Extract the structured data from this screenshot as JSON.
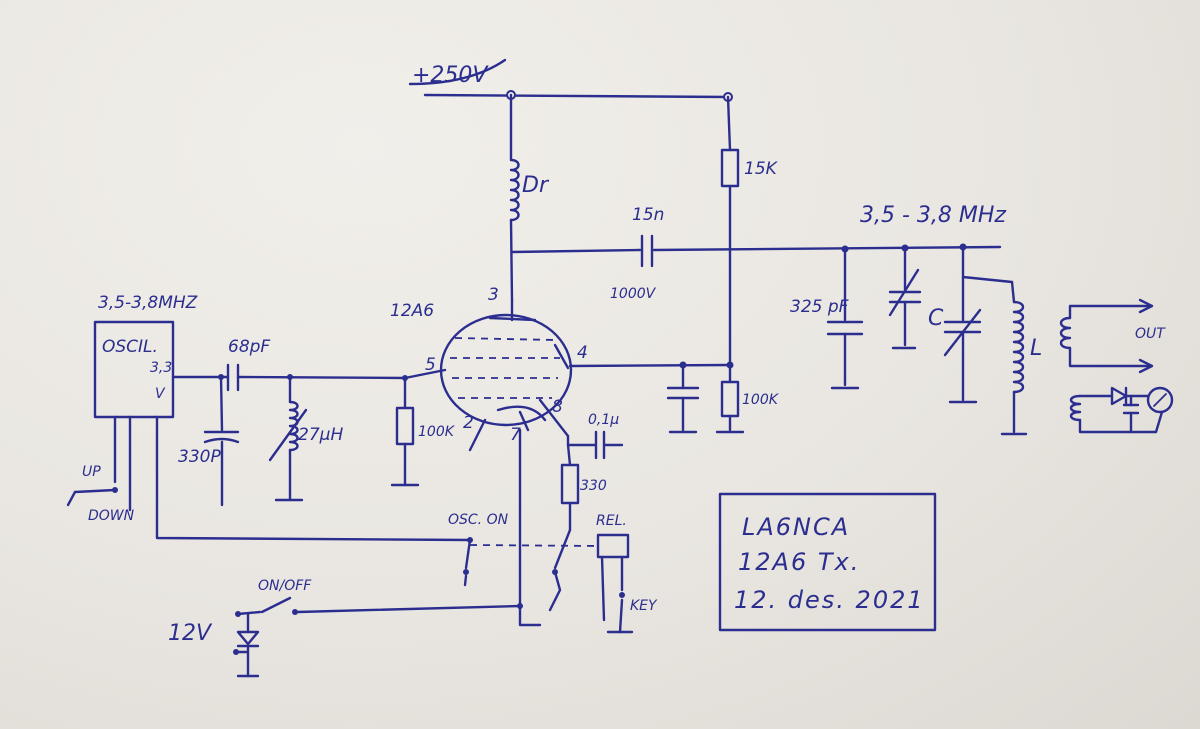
{
  "labels": {
    "supply": "+250V",
    "choke": "Dr",
    "r15k": "15K",
    "c15n": "15n",
    "c1000v": "1000V",
    "freq_right": "3,5 - 3,8 MHz",
    "freq_left": "3,5-3,8MHZ",
    "tube": "12A6",
    "pin3": "3",
    "pin4": "4",
    "pin5": "5",
    "pin2": "2",
    "pin7": "7",
    "pin8": "8",
    "osc_line1": "OSCIL.",
    "osc_line2": "3,3",
    "osc_line3": "V",
    "c68": "68pF",
    "c330": "330P",
    "l27": "27μH",
    "r100k_grid": "100K",
    "r100k_screen": "100K",
    "c01": "0,1μ",
    "r330": "330",
    "c325": "325 pF",
    "cap_c": "C",
    "coil_l": "L",
    "out": "OUT",
    "up": "UP",
    "down": "DOWN",
    "osc_on": "OSC. ON",
    "rel": "REL.",
    "key": "KEY",
    "on_off": "ON/OFF",
    "v12": "12V"
  },
  "title_box": {
    "line1": "LA6NCA",
    "line2": "12A6 Tx.",
    "line3": "12. des. 2021"
  }
}
